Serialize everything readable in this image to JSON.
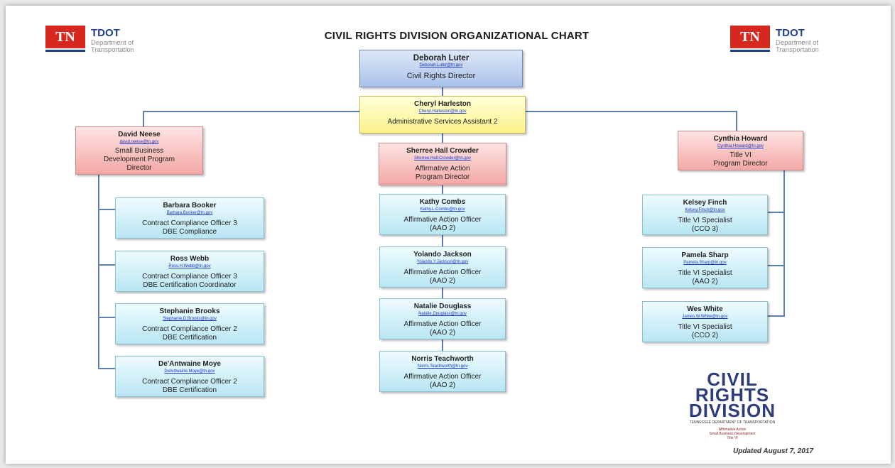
{
  "title": "CIVIL RIGHTS DIVISION ORGANIZATIONAL CHART",
  "logo": {
    "badge": "TN",
    "abbr": "TDOT",
    "dept_line1": "Department of",
    "dept_line2": "Transportation"
  },
  "colors": {
    "director": "#a9c1e8",
    "assistant": "#fbf28a",
    "program_director": "#f3a8a5",
    "staff": "#b8e6f3",
    "connector": "#5b7fb0",
    "tn_red": "#d6281f"
  },
  "director": {
    "name": "Deborah Luter",
    "email": "Deborah.Luter@tn.gov",
    "role": "Civil Rights Director"
  },
  "assistant": {
    "name": "Cheryl Harleston",
    "email": "Cheryl.Harleston@tn.gov",
    "role": "Administrative Services Assistant 2"
  },
  "left": {
    "head": {
      "name": "David Neese",
      "email": "david.neese@tn.gov",
      "role1": "Small Business",
      "role2": "Development Program",
      "role3": "Director"
    },
    "staff": [
      {
        "name": "Barbara Booker",
        "email": "Barbara.Booker@tn.gov",
        "role1": "Contract Compliance Officer 3",
        "role2": "DBE Compliance"
      },
      {
        "name": "Ross Webb",
        "email": "Ross.H.Webb@tn.gov",
        "role1": "Contract Compliance Officer 3",
        "role2": "DBE Certification Coordinator"
      },
      {
        "name": "Stephanie Brooks",
        "email": "Stephanie.D.Brooks@tn.gov",
        "role1": "Contract Compliance Officer 2",
        "role2": "DBE Certification"
      },
      {
        "name": "De'Antwaine Moye",
        "email": "DeAntwaine.Moye@tn.gov",
        "role1": "Contract Compliance Officer 2",
        "role2": "DBE Certification"
      }
    ]
  },
  "center": {
    "head": {
      "name": "Sherree Hall Crowder",
      "email": "Sherree.Hall.Crowder@tn.gov",
      "role1": "Affirmative Action",
      "role2": "Program Director"
    },
    "staff": [
      {
        "name": "Kathy Combs",
        "email": "Kathy.L.Combs@tn.gov",
        "role1": "Affirmative Action Officer",
        "role2": "(AAO 2)"
      },
      {
        "name": "Yolando Jackson",
        "email": "Yolando.Y.Jackson@tn.gov",
        "role1": "Affirmative Action Officer",
        "role2": "(AAO 2)"
      },
      {
        "name": "Natalie Douglass",
        "email": "Natalie.Douglass@tn.gov",
        "role1": "Affirmative Action Officer",
        "role2": "(AAO 2)"
      },
      {
        "name": "Norris Teachworth",
        "email": "Norris.Teachworth@tn.gov",
        "role1": "Affirmative Action Officer",
        "role2": "(AAO 2)"
      }
    ]
  },
  "right": {
    "head": {
      "name": "Cynthia Howard",
      "email": "Cynthia.Howard@tn.gov",
      "role1": "Title VI",
      "role2": "Program Director"
    },
    "staff": [
      {
        "name": "Kelsey Finch",
        "email": "Kelsey.Finch@tn.gov",
        "role1": "Title VI Specialist",
        "role2": "(CCO 3)"
      },
      {
        "name": "Pamela Sharp",
        "email": "Pamela.Sharp@tn.gov",
        "role1": "Title VI Specialist",
        "role2": "(AAO 2)"
      },
      {
        "name": "Wes White",
        "email": "James.W.White@tn.gov",
        "role1": "Title VI Specialist",
        "role2": "(CCO 2)"
      }
    ]
  },
  "division_logo": {
    "line1": "CIVIL",
    "line2": "RIGHTS",
    "line3": "DIVISION",
    "subtitle": "TENNESSEE DEPARTMENT OF TRANSPORTATION",
    "tag1": "Affirmative Action",
    "tag2": "Small Business Development",
    "tag3": "Title VI"
  },
  "updated": "Updated August 7, 2017"
}
